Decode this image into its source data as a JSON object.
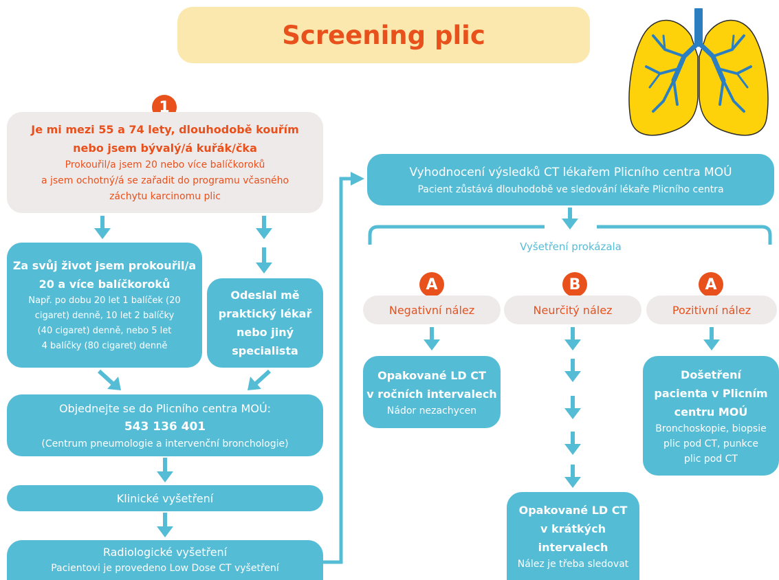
{
  "title": "Screening plic",
  "step1": {
    "badge": "1",
    "line1": "Je mi mezi 55 a 74 lety, dlouhodobě kouřím",
    "line2": "nebo jsem bývalý/á kuřák/čka",
    "line3": "Prokouřil/a jsem 20 nebo více balíčkoroků",
    "line4": "a jsem ochotný/á se zařadit do programu včasného",
    "line5": "záchytu karcinomu plic"
  },
  "left_box": {
    "line1": "Za svůj život jsem prokouřil/a",
    "line2": "20 a více balíčkoroků",
    "line3": "Např. po dobu 20 let 1 balíček (20",
    "line4": "cigaret) denně, 10 let 2 balíčky",
    "line5": "(40 cigaret) denně, nebo 5 let",
    "line6": "4 balíčky (80 cigaret) denně"
  },
  "right_box": {
    "line1": "Odeslal mě",
    "line2": "praktický lékař",
    "line3": "nebo jiný",
    "line4": "specialista"
  },
  "order_box": {
    "line1": "Objednejte se do Plicního centra MOÚ:",
    "line2": "543 136 401",
    "line3": "(Centrum pneumologie a intervenční bronchologie)"
  },
  "clinical": "Klinické vyšetření",
  "radiology": {
    "line1": "Radiologické vyšetření",
    "line2": "Pacientovi je provedeno Low Dose CT vyšetření"
  },
  "evaluation": {
    "line1": "Vyhodnocení výsledků CT lékařem Plicního centra MOÚ",
    "line2": "Pacient zůstává dlouhodobě ve sledování lékaře Plicního centra"
  },
  "findings_label": "Vyšetření prokázala",
  "outcomes": [
    {
      "badge": "A",
      "label": "Negativní nález",
      "result_lines": [
        "Opakované LD CT",
        "v ročních intervalech"
      ],
      "note": "Nádor nezachycen"
    },
    {
      "badge": "B",
      "label": "Neurčitý nález",
      "result_lines": [
        "Opakované LD CT",
        "v krátkých",
        "intervalech"
      ],
      "note": "Nález je třeba sledovat"
    },
    {
      "badge": "A",
      "label": "Pozitivní nález",
      "result_lines": [
        "Došetření",
        "pacienta v Plicním",
        "centru MOÚ"
      ],
      "note_lines": [
        "Bronchoskopie, biopsie",
        "plic pod CT, punkce",
        "plic pod CT"
      ]
    }
  ],
  "colors": {
    "accent": "#e8501c",
    "box_blue": "#55bcd6",
    "box_grey": "#eeeaea",
    "title_bg": "#fbe8ae",
    "lung_yellow": "#fdd20a",
    "airway_blue": "#2b7fc1"
  },
  "icons": [
    "lungs-icon",
    "arrow-down-icon",
    "arrow-diagonal-icon",
    "arrow-right-icon",
    "bracket-icon"
  ]
}
